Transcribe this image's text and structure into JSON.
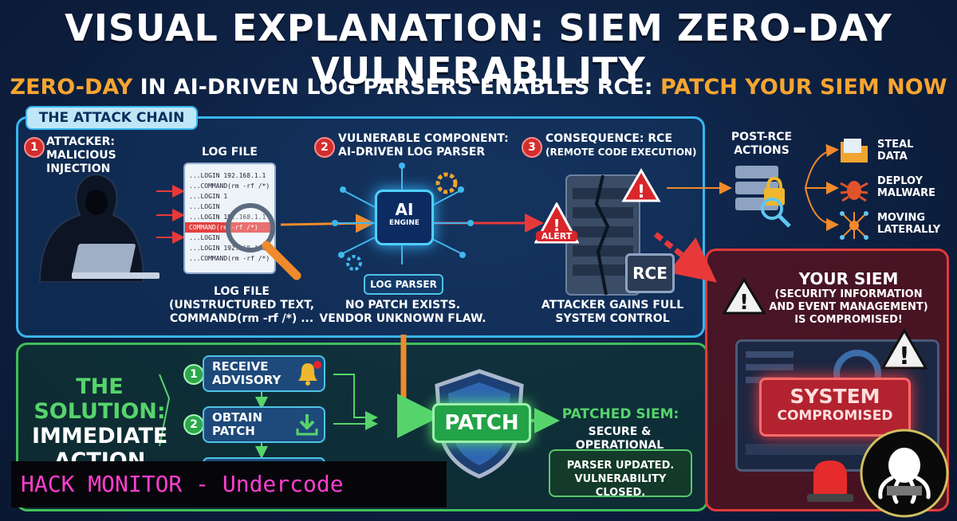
{
  "header": {
    "title": "VISUAL EXPLANATION: SIEM ZERO-DAY VULNERABILITY",
    "subtitle_lead": "ZERO-DAY",
    "subtitle_mid": " IN AI-DRIVEN LOG PARSERS ENABLES RCE: ",
    "subtitle_tail": "PATCH YOUR SIEM NOW"
  },
  "attack_chain": {
    "tab": "THE ATTACK CHAIN",
    "step1": {
      "num": "1",
      "line1": "ATTACKER:",
      "line2": "MALICIOUS INJECTION"
    },
    "logfile_label_top": "LOG FILE",
    "logfile_lines": [
      "...LOGIN 192.168.1.1",
      "...COMMAND(rm -rf /*)",
      "...LOGIN 1",
      "...LOGIN",
      "...LOGIN 192.168.1.1",
      "COMMAND(rm -rf /*)",
      "...LOGIN",
      "...LOGIN 192.168.1.1",
      "...COMMAND(rm -rf /*)"
    ],
    "logfile_caption": [
      "LOG FILE",
      "(UNSTRUCTURED TEXT,",
      "COMMAND(rm -rf /*) ..."
    ],
    "step2": {
      "num": "2",
      "line1": "VULNERABLE COMPONENT:",
      "line2": "AI-DRIVEN LOG PARSER"
    },
    "ai_core": {
      "top": "AI",
      "bottom": "ENGINE"
    },
    "log_parser_label": "LOG PARSER",
    "step2_caption": [
      "NO PATCH EXISTS.",
      "VENDOR UNKNOWN FLAW."
    ],
    "step3": {
      "num": "3",
      "line1": "CONSEQUENCE: RCE",
      "line2": "(REMOTE CODE EXECUTION)"
    },
    "alert_label": "ALERT",
    "rce_label": "RCE",
    "step3_caption": [
      "ATTACKER GAINS FULL",
      "SYSTEM CONTROL"
    ],
    "post_rce_title": [
      "POST-RCE",
      "ACTIONS"
    ],
    "post_rce_actions": [
      {
        "line1": "STEAL",
        "line2": "DATA",
        "icon": "folder-icon"
      },
      {
        "line1": "DEPLOY",
        "line2": "MALWARE",
        "icon": "bug-icon"
      },
      {
        "line1": "MOVING",
        "line2": "LATERALLY",
        "icon": "network-icon"
      }
    ]
  },
  "siem": {
    "title": "YOUR SIEM",
    "desc": [
      "(SECURITY INFORMATION",
      "AND EVENT MANAGEMENT)",
      "IS COMPROMISED!"
    ],
    "status_line1": "SYSTEM",
    "status_line2": "COMPROMISED"
  },
  "solution": {
    "title_lines": [
      "THE",
      "SOLUTION:",
      "IMMEDIATE",
      "ACTION"
    ],
    "steps": [
      {
        "num": "1",
        "line1": "RECEIVE",
        "line2": "ADVISORY",
        "icon": "bell-icon"
      },
      {
        "num": "2",
        "line1": "OBTAIN",
        "line2": "PATCH",
        "icon": "download-icon"
      }
    ],
    "patch_label": "PATCH",
    "patched_title": "PATCHED SIEM:",
    "patched_sub": "SECURE & OPERATIONAL",
    "patched_box": [
      "PARSER UPDATED.",
      "VULNERABILITY CLOSED."
    ]
  },
  "badge": {
    "text": "HACK MONITOR - Undercode"
  },
  "colors": {
    "accent_blue": "#39b6ef",
    "accent_green": "#3fbf58",
    "accent_red": "#e23a3a",
    "accent_orange": "#f7a531"
  }
}
